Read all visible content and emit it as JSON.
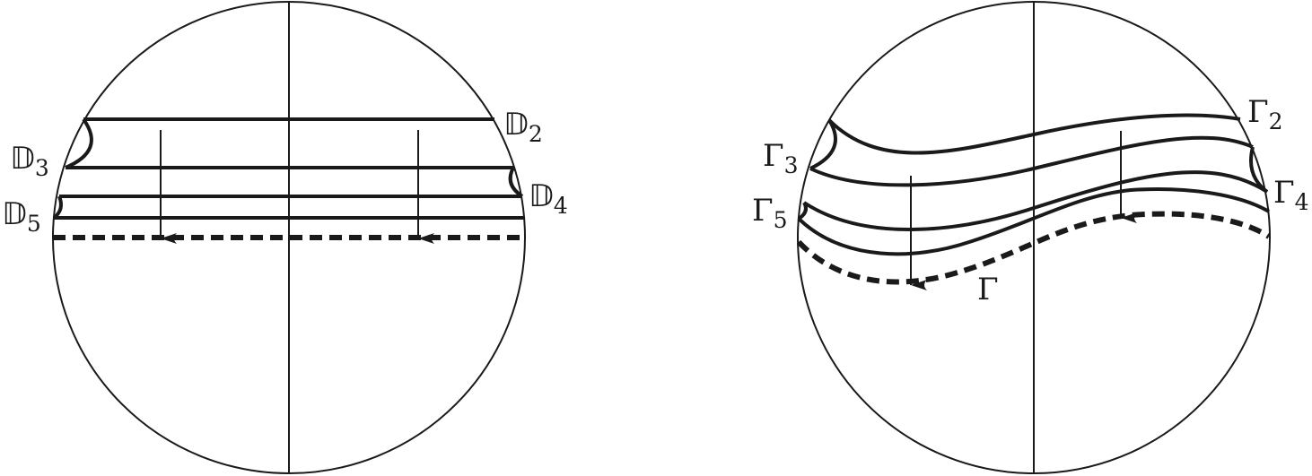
{
  "left_figure": {
    "labels": {
      "d2": {
        "letter": "𝔻",
        "sub": "2"
      },
      "d3": {
        "letter": "𝔻",
        "sub": "3"
      },
      "d4": {
        "letter": "𝔻",
        "sub": "4"
      },
      "d5": {
        "letter": "𝔻",
        "sub": "5"
      }
    }
  },
  "right_figure": {
    "labels": {
      "g2": {
        "letter": "Γ",
        "sub": "2"
      },
      "g3": {
        "letter": "Γ",
        "sub": "3"
      },
      "g4": {
        "letter": "Γ",
        "sub": "4"
      },
      "g5": {
        "letter": "Γ",
        "sub": "5"
      },
      "g": {
        "letter": "Γ"
      }
    }
  },
  "colors": {
    "stroke": "#1a1a1a",
    "background": "#ffffff"
  }
}
